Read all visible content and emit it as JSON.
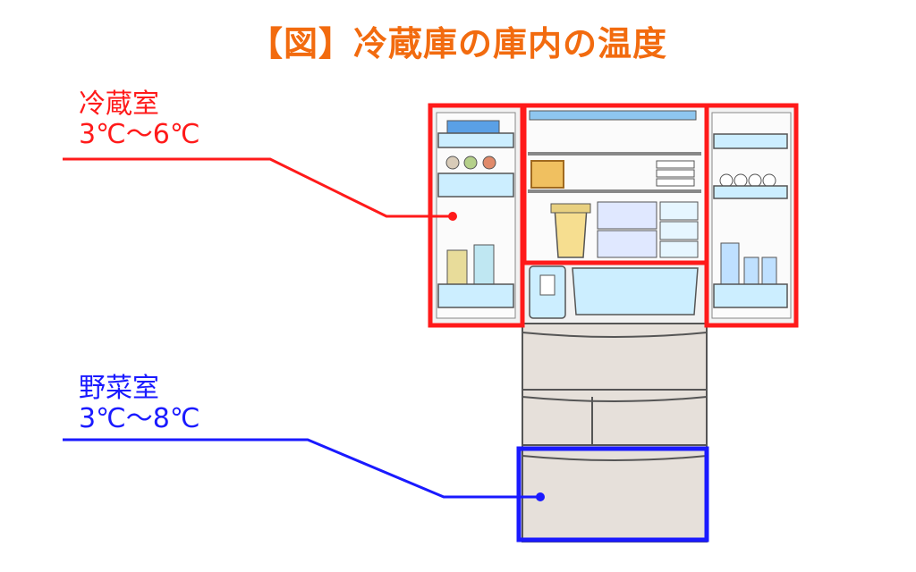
{
  "title": "【図】冷蔵庫の庫内の温度",
  "colors": {
    "title": "#f26b0f",
    "fridge_zone": "#ff1a1a",
    "vegetable_zone": "#1a1aff",
    "cabinet": "#e6e0da",
    "glass": "#cceeff",
    "outline": "#555555"
  },
  "zones": [
    {
      "name": "冷蔵室",
      "temperature": "3℃〜6℃"
    },
    {
      "name": "野菜室",
      "temperature": "3℃〜8℃"
    }
  ]
}
